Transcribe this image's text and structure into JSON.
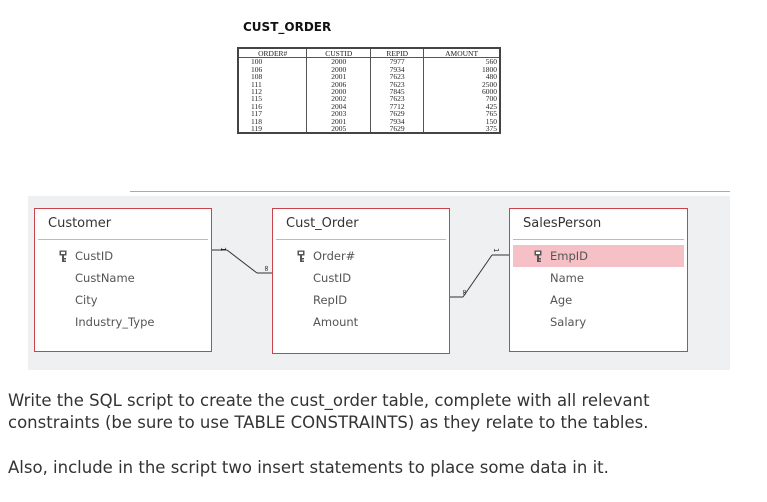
{
  "table": {
    "title": "CUST_ORDER",
    "headers": [
      "ORDER#",
      "CUSTID",
      "REPID",
      "AMOUNT"
    ],
    "rows": [
      [
        "100",
        "2000",
        "7977",
        "560"
      ],
      [
        "106",
        "2000",
        "7934",
        "1800"
      ],
      [
        "108",
        "2001",
        "7623",
        "480"
      ],
      [
        "111",
        "2006",
        "7623",
        "2500"
      ],
      [
        "112",
        "2000",
        "7845",
        "6000"
      ],
      [
        "115",
        "2002",
        "7623",
        "700"
      ],
      [
        "116",
        "2004",
        "7712",
        "425"
      ],
      [
        "117",
        "2003",
        "7629",
        "765"
      ],
      [
        "118",
        "2001",
        "7934",
        "150"
      ],
      [
        "119",
        "2005",
        "7629",
        "375"
      ]
    ]
  },
  "diagram": {
    "customer": {
      "title": "Customer",
      "fields": [
        {
          "name": "CustID",
          "pk": true,
          "selected": false
        },
        {
          "name": "CustName",
          "pk": false
        },
        {
          "name": "City",
          "pk": false
        },
        {
          "name": "Industry_Type",
          "pk": false
        }
      ]
    },
    "cust_order": {
      "title": "Cust_Order",
      "fields": [
        {
          "name": "Order#",
          "pk": true,
          "selected": false
        },
        {
          "name": "CustID",
          "pk": false
        },
        {
          "name": "RepID",
          "pk": false
        },
        {
          "name": "Amount",
          "pk": false
        }
      ]
    },
    "salesperson": {
      "title": "SalesPerson",
      "fields": [
        {
          "name": "EmpID",
          "pk": true,
          "selected": true
        },
        {
          "name": "Name",
          "pk": false
        },
        {
          "name": "Age",
          "pk": false
        },
        {
          "name": "Salary",
          "pk": false
        }
      ]
    },
    "relationships": [
      {
        "from": "customer",
        "to": "cust_order",
        "one_label": "1",
        "many_label": "∞"
      },
      {
        "from": "salesperson",
        "to": "cust_order",
        "one_label": "1",
        "many_label": "∞"
      }
    ],
    "colors": {
      "entity_border": "#c9434d",
      "selected_row": "#f5c1c7",
      "panel_background": "#eef0f1"
    }
  },
  "question": {
    "line1": "Write the SQL script to create the cust_order table, complete with all relevant",
    "line2": "constraints (be sure to use TABLE CONSTRAINTS) as they relate to the tables.",
    "line3": "Also, include in the script two insert statements to place some data in it."
  }
}
